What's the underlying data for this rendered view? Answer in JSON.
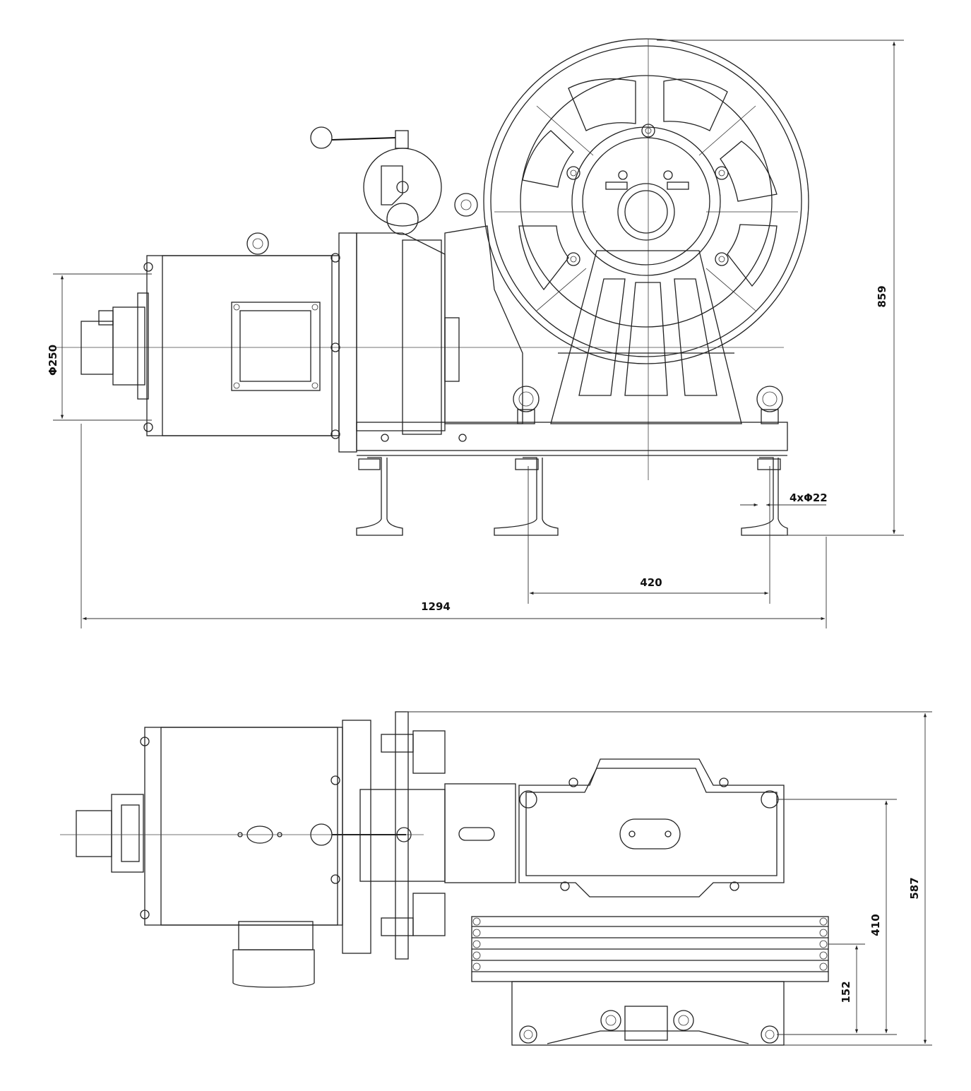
{
  "front_view": {
    "dims": {
      "diameter": "Φ250",
      "height": "859",
      "holes": "4xΦ22",
      "spacing": "420",
      "length": "1294"
    }
  },
  "top_view": {
    "dims": {
      "depth": "587",
      "base": "410",
      "offset": "152"
    }
  }
}
